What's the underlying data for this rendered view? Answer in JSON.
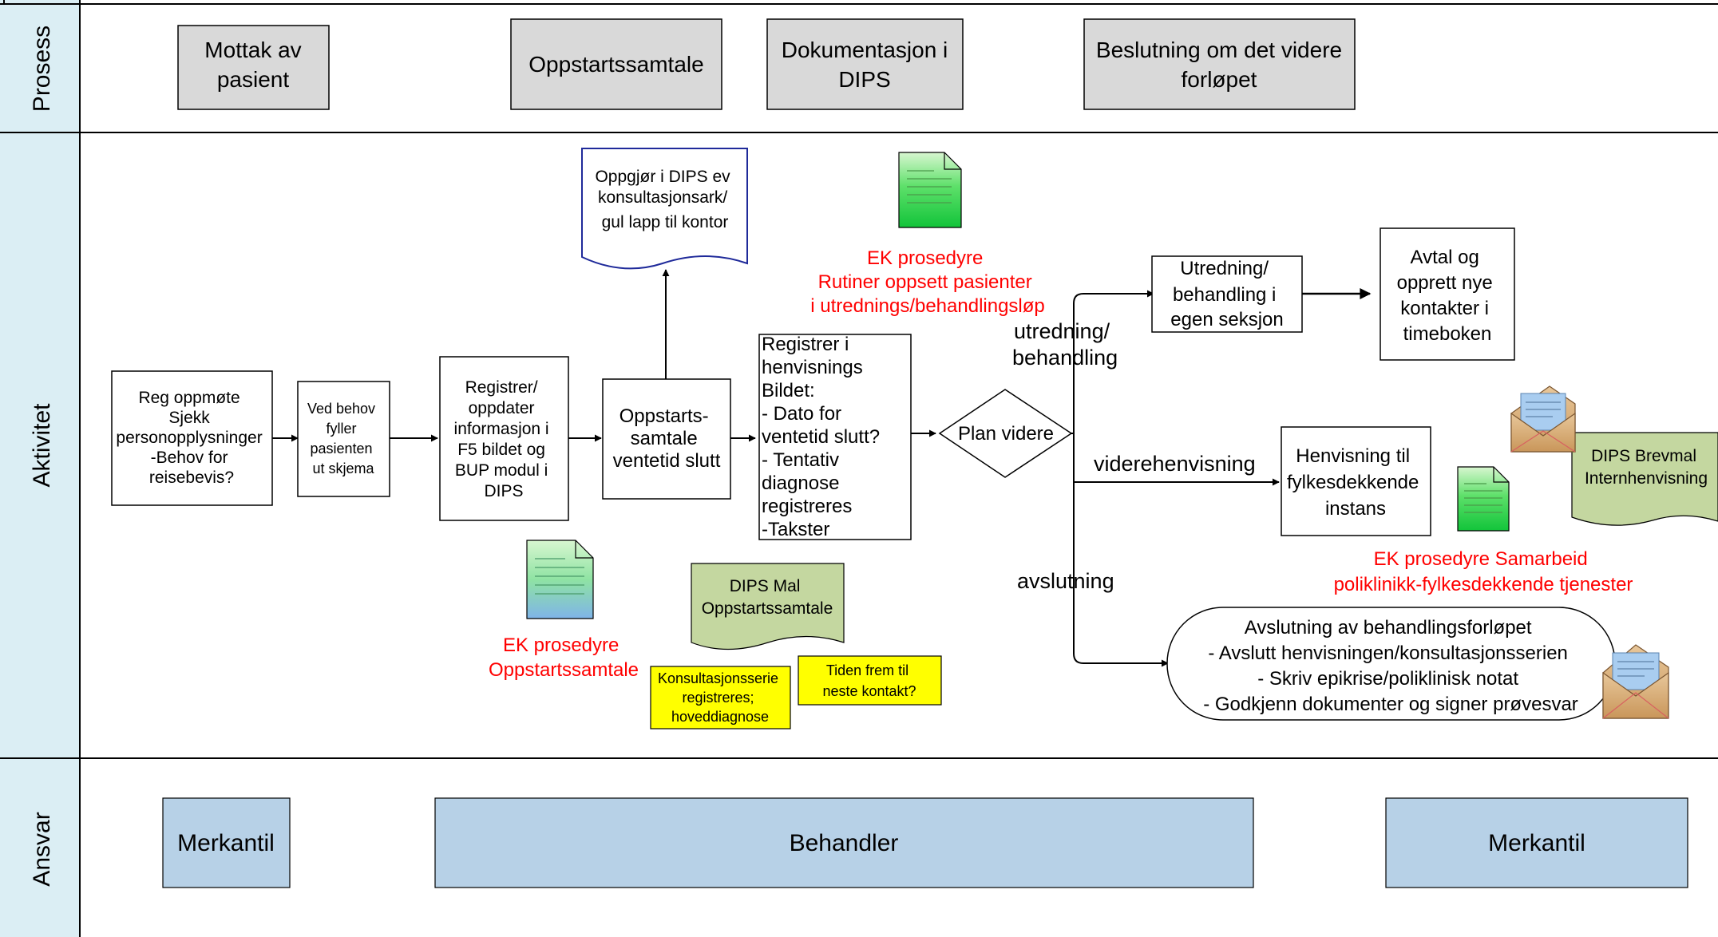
{
  "lanes": {
    "process": "Prosess",
    "activity": "Aktivitet",
    "responsibility": "Ansvar"
  },
  "process_steps": [
    [
      "Mottak av",
      "pasient"
    ],
    [
      "Oppstartssamtale"
    ],
    [
      "Dokumentasjon i",
      "DIPS"
    ],
    [
      "Beslutning om det videre",
      "forløpet"
    ]
  ],
  "activities": {
    "reg": [
      "Reg oppmøte",
      "Sjekk",
      "personopplysninger",
      "-Behov for",
      "reisebevis?"
    ],
    "skjema": [
      "Ved behov",
      "fyller",
      "pasienten",
      "ut skjema"
    ],
    "registrer": [
      "Registrer/",
      "oppdater",
      "informasjon i",
      "F5 bildet og",
      "BUP modul i",
      "DIPS"
    ],
    "oppstart": [
      "Oppstarts-",
      "samtale",
      "ventetid slutt"
    ],
    "oppgjor": [
      "Oppgjør i DIPS ev",
      "konsultasjonsark/",
      "gul lapp til kontor"
    ],
    "henvisning": [
      "Registrer i",
      "henvisnings",
      "Bildet:",
      "- Dato for",
      "ventetid slutt?",
      "- Tentativ",
      "diagnose",
      "registreres",
      "-Takster"
    ],
    "plan": "Plan videre",
    "utredning": [
      "Utredning/",
      "behandling i",
      "egen seksjon"
    ],
    "avtal": [
      "Avtal og",
      "opprett nye",
      "kontakter i",
      "timeboken"
    ],
    "henv_fylke": [
      "Henvisning til",
      "fylkesdekkende",
      "instans"
    ],
    "avslutning": [
      "Avslutning av behandlingsforløpet",
      "- Avslutt henvisningen/konsultasjonsserien",
      "- Skriv epikrise/poliklinisk notat",
      "- Godkjenn dokumenter og signer prøvesvar"
    ]
  },
  "edge_labels": {
    "utredning": [
      "utredning/",
      "behandling"
    ],
    "viderehenvisning": "viderehenvisning",
    "avslutning": "avslutning"
  },
  "procedures": {
    "rutiner": [
      "EK prosedyre",
      "Rutiner oppsett pasienter",
      "i utrednings/behandlingsløp"
    ],
    "oppstart": [
      "EK prosedyre",
      "Oppstartssamtale"
    ],
    "samarbeid": [
      "EK prosedyre Samarbeid",
      "poliklinikk-fylkesdekkende tjenester"
    ]
  },
  "templates": {
    "dips_mal": [
      "DIPS Mal",
      "Oppstartssamtale"
    ],
    "dips_brevmal": [
      "DIPS Brevmal",
      "Internhenvisning"
    ]
  },
  "notes": {
    "konsultasjon": [
      "Konsultasjonsserie",
      "registreres;",
      "hoveddiagnose"
    ],
    "tiden": [
      "Tiden frem til",
      "neste kontakt?"
    ]
  },
  "responsibility": {
    "left": "Merkantil",
    "middle": "Behandler",
    "right": "Merkantil"
  },
  "colors": {
    "lane_header": "#dbeef4",
    "process_box": "#d9d9d9",
    "responsibility_box": "#b7d1e7",
    "template_shape": "#c4d7a0",
    "note": "#ffff00",
    "procedure_text": "#ff0000"
  },
  "icons": [
    "document-icon",
    "envelope-icon"
  ]
}
